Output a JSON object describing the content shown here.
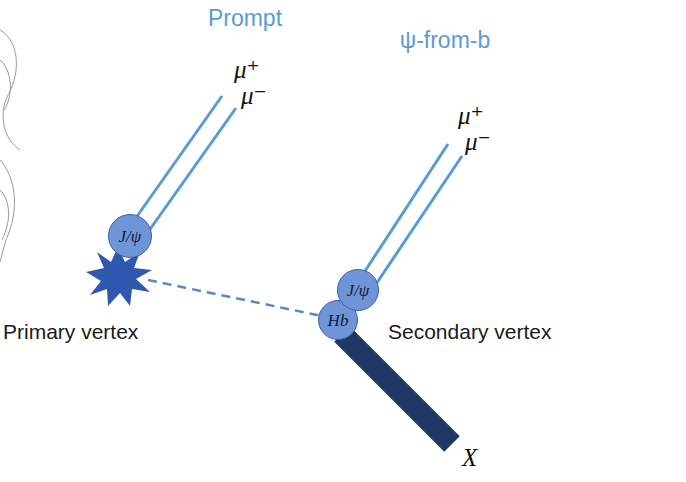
{
  "diagram": {
    "nodes": [
      {
        "text": [
          "J/ψ"
        ]
      },
      {
        "text": [
          "Hb"
        ]
      },
      {
        "text": [
          "J/ψ"
        ]
      }
    ],
    "labels": [
      "Prompt",
      "ψ-from-b",
      "μ⁺",
      "μ⁻",
      "μ⁺",
      "μ⁻",
      "Primary vertex",
      "Secondary vertex",
      "X"
    ]
  }
}
